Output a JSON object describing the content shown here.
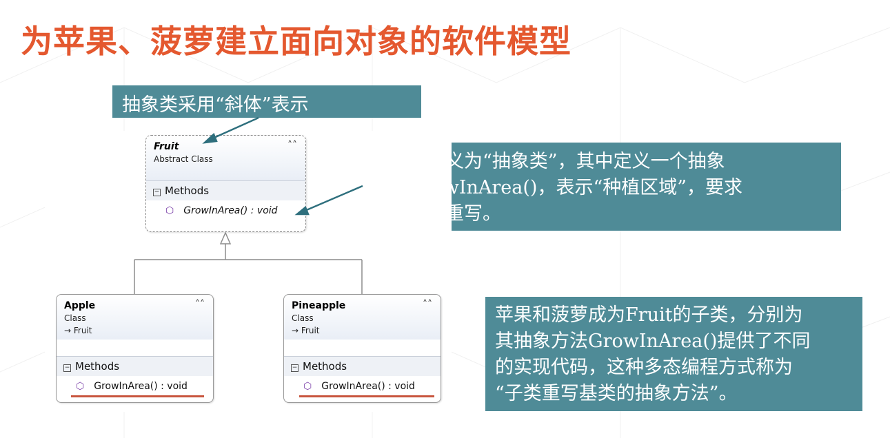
{
  "slide": {
    "title": "为苹果、菠萝建立面向对象的软件模型"
  },
  "callouts": {
    "abstract_note": "抽象类采用“斜体”表示",
    "fruit_note": [
      "水果被定义为“抽象类”，其中定义一个抽象",
      "方法GrowInArea()，表示“种植区域”，要求",
      "子类必须重写。"
    ],
    "subclass_note": [
      "苹果和菠萝成为Fruit的子类，分别为",
      "其抽象方法GrowInArea()提供了不同",
      "的实现代码，这种多态编程方式称为",
      "“子类重写基类的抽象方法”。"
    ]
  },
  "diagram": {
    "fruit": {
      "name": "Fruit",
      "kind": "Abstract Class",
      "methods_label": "Methods",
      "method": "GrowInArea() : void"
    },
    "apple": {
      "name": "Apple",
      "kind": "Class",
      "parent": "Fruit",
      "methods_label": "Methods",
      "method": "GrowInArea() : void"
    },
    "pineapple": {
      "name": "Pineapple",
      "kind": "Class",
      "parent": "Fruit",
      "methods_label": "Methods",
      "method": "GrowInArea() : void"
    }
  },
  "colors": {
    "title": "#e4582f",
    "callout_bg": "#4f8b97",
    "underline": "#c8553d",
    "method_icon": "#7a3fa8"
  }
}
